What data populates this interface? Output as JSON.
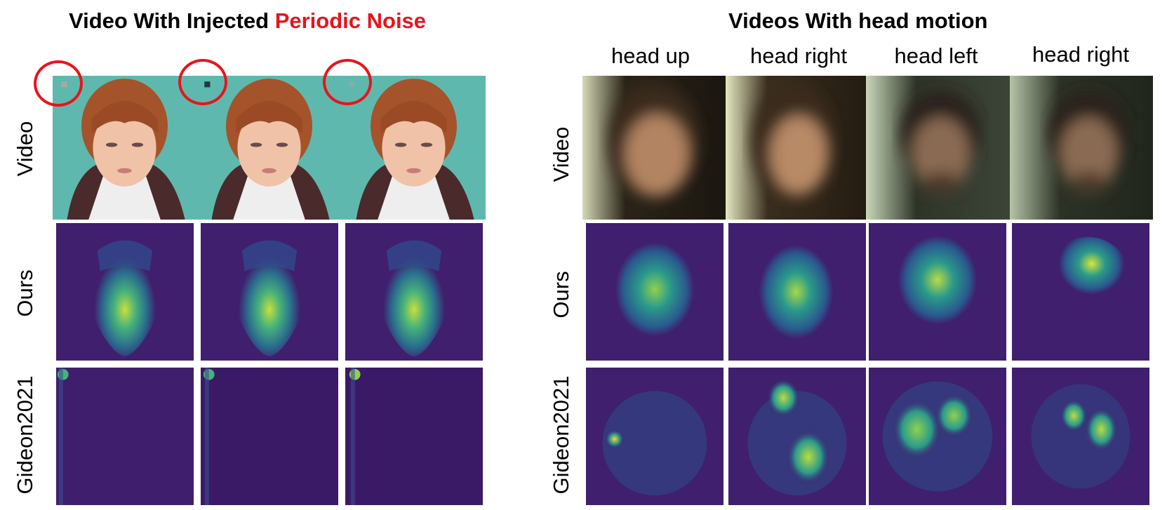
{
  "left_panel": {
    "title_prefix": "Video With Injected ",
    "title_highlight": "Periodic Noise",
    "rows": [
      "Video",
      "Ours",
      "Gideon2021"
    ]
  },
  "right_panel": {
    "title": "Videos With head motion",
    "columns": [
      "head up",
      "head right",
      "head left",
      "head right"
    ],
    "rows": [
      "Video",
      "Ours",
      "Gideon2021"
    ]
  },
  "colors": {
    "highlight": "#e8141b",
    "heatmap_bg": "#3f1f6e",
    "heatmap_mid": "#2a8f8a",
    "heatmap_hot": "#d9e63a",
    "backdrop": "#5fb8ae"
  }
}
